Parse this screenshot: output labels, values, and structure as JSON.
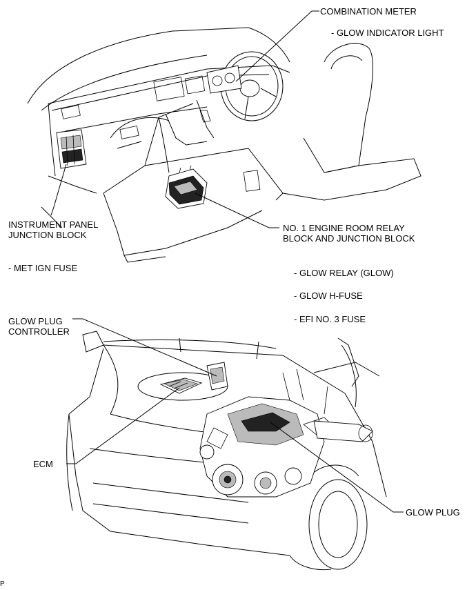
{
  "labels": {
    "combination_meter": "COMBINATION METER",
    "glow_indicator_light": "- GLOW INDICATOR LIGHT",
    "instrument_panel_junction_block_line1": "INSTRUMENT PANEL",
    "instrument_panel_junction_block_line2": "JUNCTION BLOCK",
    "met_ign_fuse": "- MET IGN FUSE",
    "engine_room_relay_block_line1": "NO. 1 ENGINE ROOM RELAY",
    "engine_room_relay_block_line2": "BLOCK AND JUNCTION BLOCK",
    "glow_relay": "- GLOW RELAY (GLOW)",
    "glow_h_fuse": "- GLOW H-FUSE",
    "efi_no3_fuse": "- EFI NO. 3 FUSE",
    "glow_plug_controller_line1": "GLOW PLUG",
    "glow_plug_controller_line2": "CONTROLLER",
    "ecm": "ECM",
    "glow_plug": "GLOW PLUG",
    "corner_mark": "P"
  }
}
